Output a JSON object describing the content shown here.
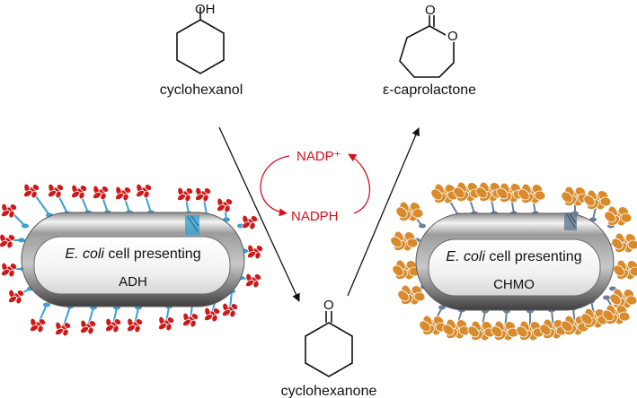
{
  "molecules": {
    "cyclohexanol": {
      "name": "cyclohexanol",
      "group": "OH"
    },
    "caprolactone": {
      "name": "ε-caprolactone",
      "carbonyl_o": "O",
      "ring_o": "O"
    },
    "cyclohexanone": {
      "name": "cyclohexanone",
      "carbonyl_o": "O"
    }
  },
  "cofactors": {
    "oxidized": "NADP⁺",
    "reduced": "NADPH",
    "color": "#d8101a"
  },
  "cells": {
    "left": {
      "line1_italic": "E. coli",
      "line1_rest": " cell presenting",
      "enzyme": "ADH",
      "enzyme_color": "#d01818",
      "anchor_color": "#3b9fd0"
    },
    "right": {
      "line1_italic": "E. coli",
      "line1_rest": " cell presenting",
      "enzyme": "CHMO",
      "enzyme_color": "#d98a2b",
      "anchor_color": "#6a7f95"
    }
  }
}
